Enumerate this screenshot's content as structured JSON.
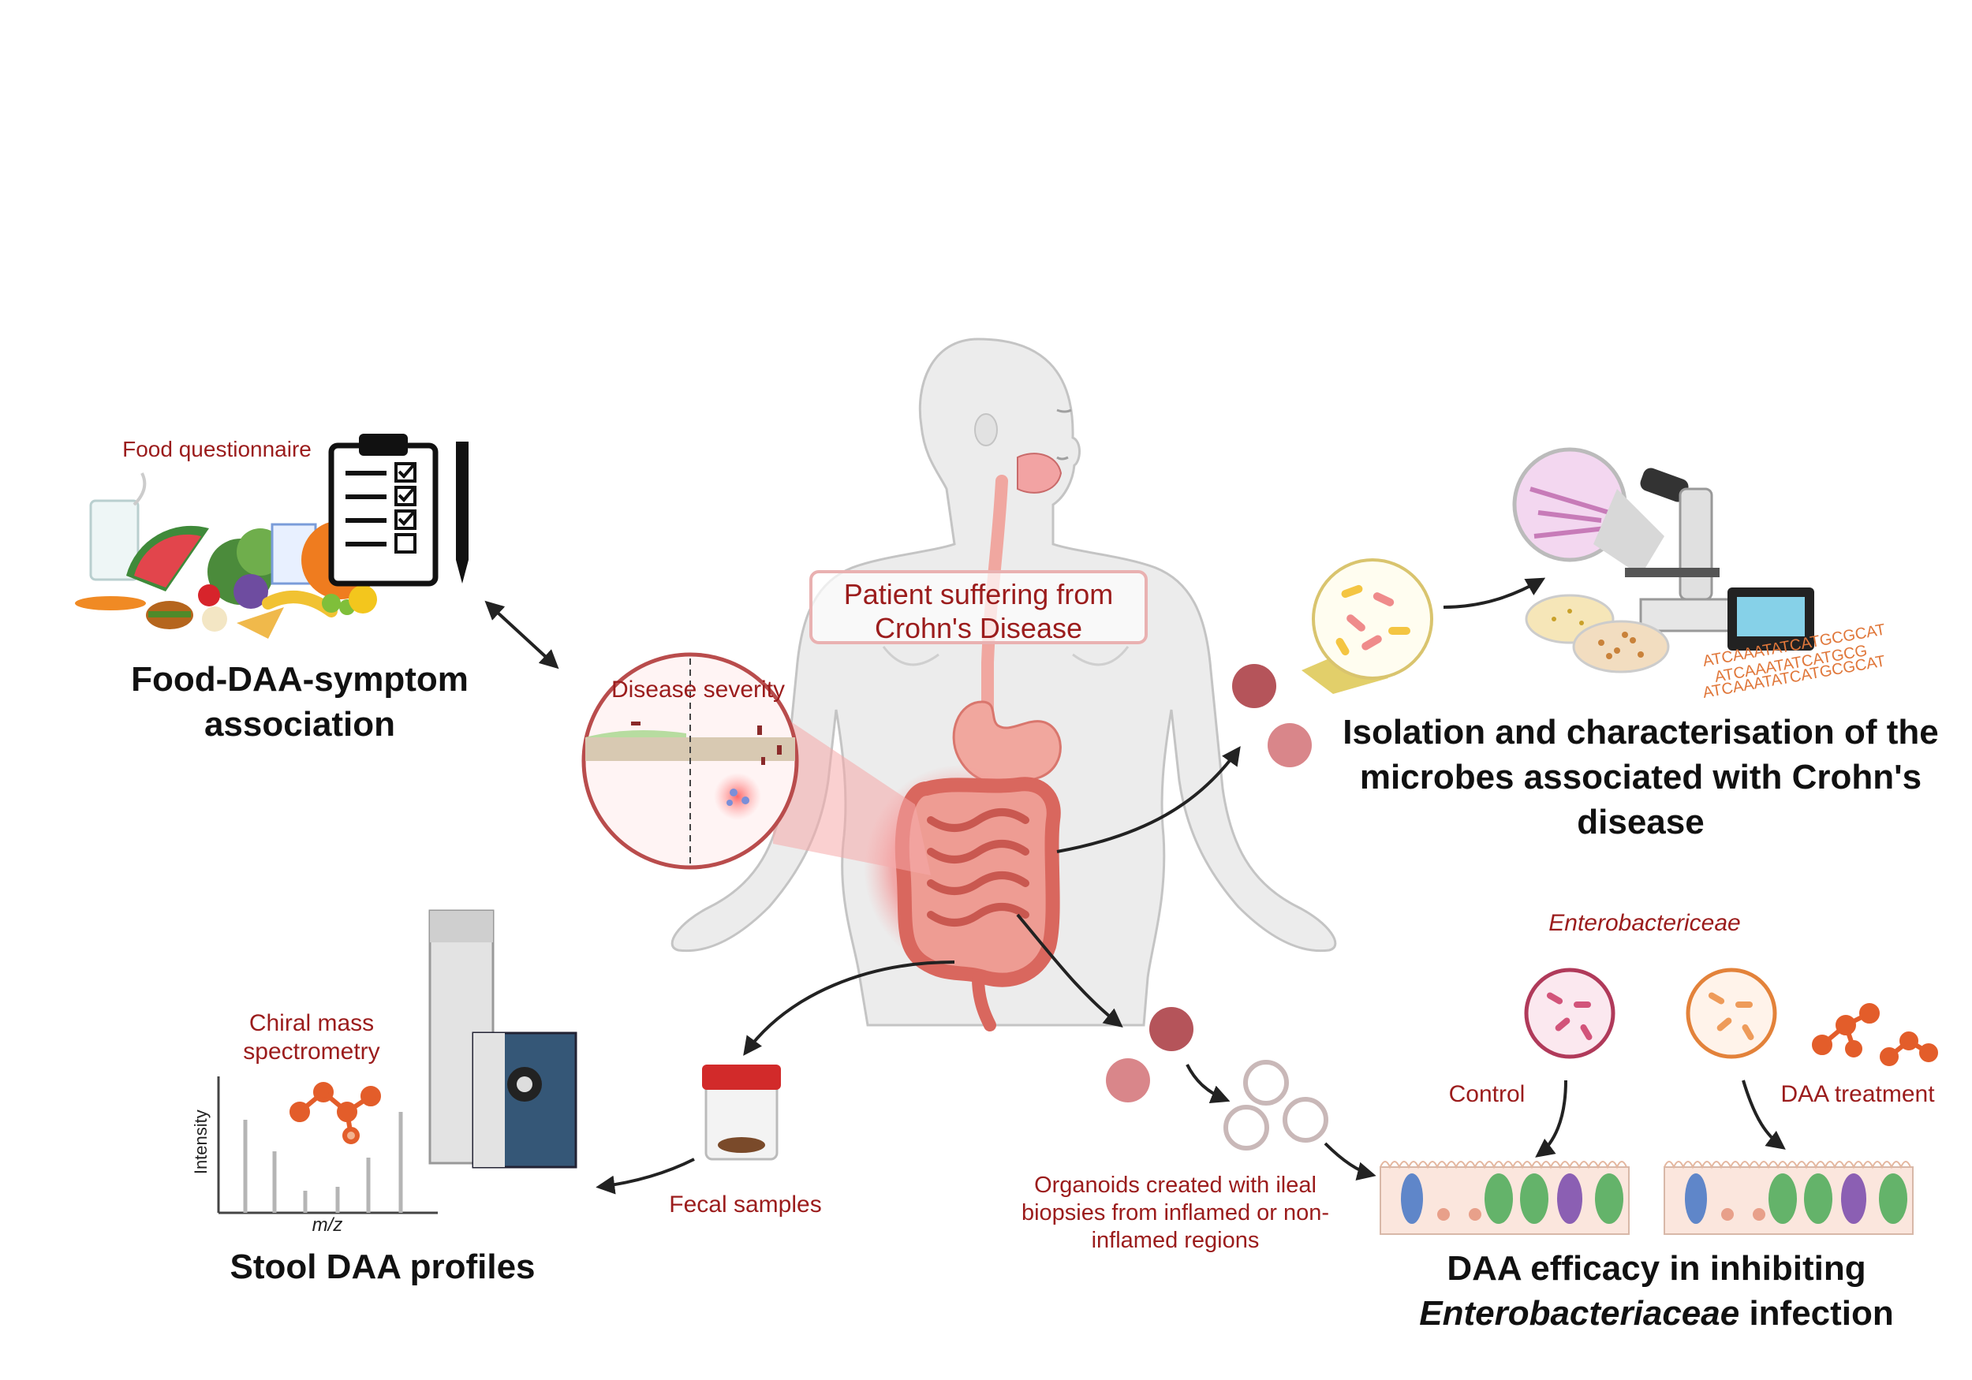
{
  "labels": {
    "food_questionnaire": "Food questionnaire",
    "food_heading": "Food-DAA-symptom association",
    "patient": "Patient suffering from Crohn's Disease",
    "disease_severity": "Disease severity",
    "isolation_heading": "Isolation and characterisation of the microbes associated with Crohn's disease",
    "chiral_ms": "Chiral mass spectrometry",
    "intensity": "Intensity",
    "mz": "m/z",
    "stool_heading": "Stool DAA profiles",
    "fecal": "Fecal samples",
    "organoids": "Organoids created with ileal biopsies from inflamed or non-inflamed regions",
    "enterobactericeae": "Enterobactericeae",
    "control": "Control",
    "daa_treatment": "DAA treatment",
    "daa_efficacy_line1": "DAA efficacy in inhibiting",
    "daa_efficacy_italic": "Enterobacteriaceae",
    "daa_efficacy_suffix": "infection",
    "dna_sequence_1": "ATCAAATATCATGCGCAT",
    "dna_sequence_2": "ATCAAATATCATGCG",
    "dna_sequence_3": "ATCAAATATCATGCGCAT"
  },
  "icons": {
    "clipboard": "clipboard-checklist-icon",
    "pen": "pen-icon",
    "microscope": "microscope-icon",
    "mass_spectrometer": "mass-spectrometer-icon",
    "sample_jar": "specimen-jar-icon",
    "molecule": "molecule-icon"
  },
  "colors": {
    "label_red": "#9b1c1c",
    "heading": "#111111",
    "body": "#e8e8e8",
    "body_outline": "#c4c4c4",
    "inflammation": "#f06464",
    "arrow": "#222222"
  }
}
